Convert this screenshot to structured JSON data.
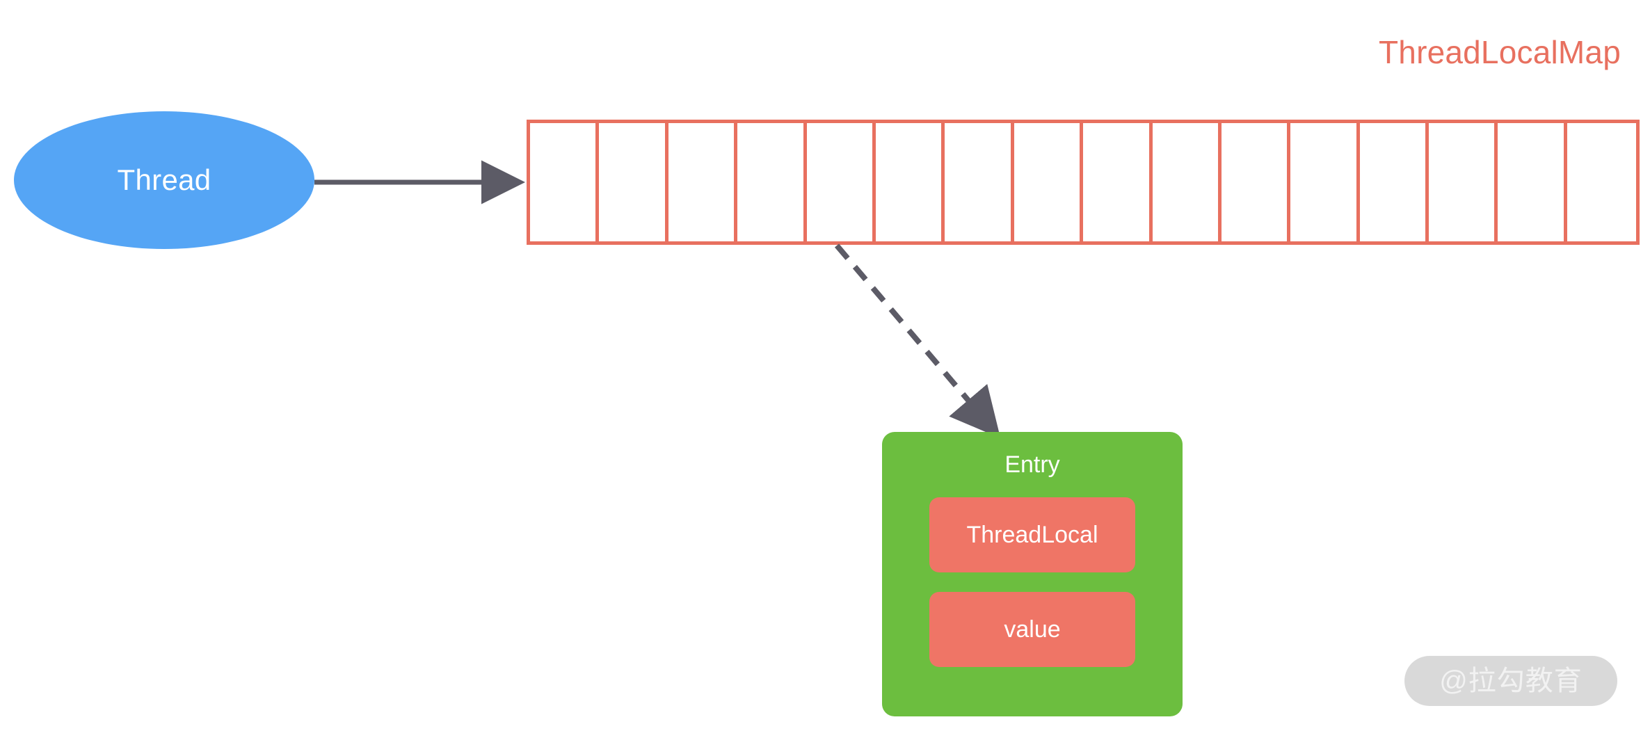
{
  "diagram": {
    "title": "ThreadLocalMap",
    "title_color": "#E8705F",
    "background": "#ffffff"
  },
  "thread_node": {
    "label": "Thread",
    "shape": "ellipse",
    "fill": "#55A5F5",
    "text_color": "#ffffff"
  },
  "map_array": {
    "name": "ThreadLocalMap table",
    "cell_count": 16,
    "cells": [
      {
        "index": 0,
        "value": ""
      },
      {
        "index": 1,
        "value": ""
      },
      {
        "index": 2,
        "value": ""
      },
      {
        "index": 3,
        "value": ""
      },
      {
        "index": 4,
        "value": ""
      },
      {
        "index": 5,
        "value": ""
      },
      {
        "index": 6,
        "value": ""
      },
      {
        "index": 7,
        "value": ""
      },
      {
        "index": 8,
        "value": ""
      },
      {
        "index": 9,
        "value": ""
      },
      {
        "index": 10,
        "value": ""
      },
      {
        "index": 11,
        "value": ""
      },
      {
        "index": 12,
        "value": ""
      },
      {
        "index": 13,
        "value": ""
      },
      {
        "index": 14,
        "value": ""
      },
      {
        "index": 15,
        "value": ""
      }
    ],
    "border_color": "#E8705F",
    "fill": "#ffffff"
  },
  "entry_node": {
    "title": "Entry",
    "fill": "#6CBE3F",
    "text_color": "#ffffff",
    "fields": [
      {
        "label": "ThreadLocal",
        "fill": "#EF7566",
        "text_color": "#ffffff"
      },
      {
        "label": "value",
        "fill": "#EF7566",
        "text_color": "#ffffff"
      }
    ]
  },
  "connectors": [
    {
      "id": "thread-to-map",
      "style": "solid",
      "color": "#5C5B66",
      "from": "thread_node",
      "to": "map_array"
    },
    {
      "id": "map-cell-to-entry",
      "style": "dashed",
      "color": "#5C5B66",
      "from": "map_array",
      "to": "entry_node"
    }
  ],
  "watermark": {
    "text": "@拉勾教育",
    "pill_color": "#D9D9D9",
    "text_color": "#F2F2F2"
  }
}
